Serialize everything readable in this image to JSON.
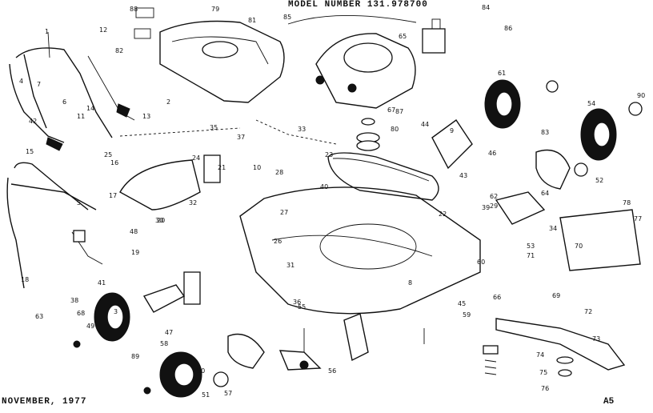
{
  "header": {
    "model": "MODEL NUMBER 131.978700"
  },
  "footer": {
    "date": "NOVEMBER, 1977",
    "page": "A5"
  },
  "callouts": [
    {
      "id": "c01",
      "label": "1"
    },
    {
      "id": "c02",
      "label": "2"
    },
    {
      "id": "c03",
      "label": "3"
    },
    {
      "id": "c04",
      "label": "4"
    },
    {
      "id": "c05",
      "label": "5"
    },
    {
      "id": "c06",
      "label": "6"
    },
    {
      "id": "c07",
      "label": "7"
    },
    {
      "id": "c08",
      "label": "8"
    },
    {
      "id": "c09",
      "label": "9"
    },
    {
      "id": "c10",
      "label": "10"
    },
    {
      "id": "c11",
      "label": "11"
    },
    {
      "id": "c12",
      "label": "12"
    },
    {
      "id": "c13",
      "label": "13"
    },
    {
      "id": "c14",
      "label": "14"
    },
    {
      "id": "c15",
      "label": "15"
    },
    {
      "id": "c16",
      "label": "16"
    },
    {
      "id": "c17",
      "label": "17"
    },
    {
      "id": "c18",
      "label": "18"
    },
    {
      "id": "c19",
      "label": "19"
    },
    {
      "id": "c20",
      "label": "20"
    },
    {
      "id": "c21",
      "label": "21"
    },
    {
      "id": "c22",
      "label": "22"
    },
    {
      "id": "c23",
      "label": "23"
    },
    {
      "id": "c24",
      "label": "24"
    },
    {
      "id": "c25",
      "label": "25"
    },
    {
      "id": "c26",
      "label": "26"
    },
    {
      "id": "c27",
      "label": "27"
    },
    {
      "id": "c28",
      "label": "28"
    },
    {
      "id": "c29",
      "label": "29"
    },
    {
      "id": "c30",
      "label": "30"
    },
    {
      "id": "c31",
      "label": "31"
    },
    {
      "id": "c32",
      "label": "32"
    },
    {
      "id": "c33",
      "label": "33"
    },
    {
      "id": "c34",
      "label": "34"
    },
    {
      "id": "c35",
      "label": "35"
    },
    {
      "id": "c36",
      "label": "36"
    },
    {
      "id": "c37",
      "label": "37"
    },
    {
      "id": "c38",
      "label": "38"
    },
    {
      "id": "c39",
      "label": "39"
    },
    {
      "id": "c40",
      "label": "40"
    },
    {
      "id": "c41",
      "label": "41"
    },
    {
      "id": "c42",
      "label": "42"
    },
    {
      "id": "c43",
      "label": "43"
    },
    {
      "id": "c44",
      "label": "44"
    },
    {
      "id": "c45",
      "label": "45"
    },
    {
      "id": "c46",
      "label": "46"
    },
    {
      "id": "c47",
      "label": "47"
    },
    {
      "id": "c48",
      "label": "48"
    },
    {
      "id": "c49",
      "label": "49"
    },
    {
      "id": "c50",
      "label": "50"
    },
    {
      "id": "c51",
      "label": "51"
    },
    {
      "id": "c52",
      "label": "52"
    },
    {
      "id": "c53",
      "label": "53"
    },
    {
      "id": "c54",
      "label": "54"
    },
    {
      "id": "c55",
      "label": "55"
    },
    {
      "id": "c56",
      "label": "56"
    },
    {
      "id": "c57",
      "label": "57"
    },
    {
      "id": "c58",
      "label": "58"
    },
    {
      "id": "c59",
      "label": "59"
    },
    {
      "id": "c60",
      "label": "60"
    },
    {
      "id": "c61",
      "label": "61"
    },
    {
      "id": "c62",
      "label": "62"
    },
    {
      "id": "c63",
      "label": "63"
    },
    {
      "id": "c64",
      "label": "64"
    },
    {
      "id": "c65",
      "label": "65"
    },
    {
      "id": "c66",
      "label": "66"
    },
    {
      "id": "c67",
      "label": "67"
    },
    {
      "id": "c68",
      "label": "68"
    },
    {
      "id": "c69",
      "label": "69"
    },
    {
      "id": "c70",
      "label": "70"
    },
    {
      "id": "c71",
      "label": "71"
    },
    {
      "id": "c72",
      "label": "72"
    },
    {
      "id": "c73",
      "label": "73"
    },
    {
      "id": "c74",
      "label": "74"
    },
    {
      "id": "c75",
      "label": "75"
    },
    {
      "id": "c76",
      "label": "76"
    },
    {
      "id": "c77",
      "label": "77"
    },
    {
      "id": "c78",
      "label": "78"
    },
    {
      "id": "c79",
      "label": "79"
    },
    {
      "id": "c80",
      "label": "80"
    },
    {
      "id": "c81",
      "label": "81"
    },
    {
      "id": "c82",
      "label": "82"
    },
    {
      "id": "c83",
      "label": "83"
    },
    {
      "id": "c84",
      "label": "84"
    },
    {
      "id": "c85",
      "label": "85"
    },
    {
      "id": "c86",
      "label": "86"
    },
    {
      "id": "c87",
      "label": "87"
    },
    {
      "id": "c88",
      "label": "88"
    },
    {
      "id": "c89",
      "label": "89"
    },
    {
      "id": "c90",
      "label": "90"
    }
  ]
}
